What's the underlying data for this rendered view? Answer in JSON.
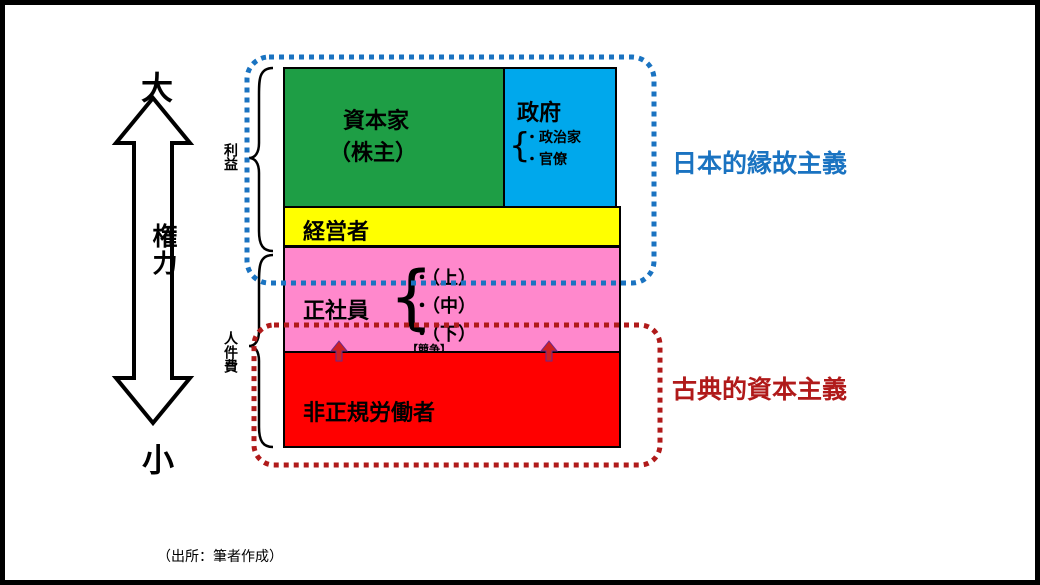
{
  "power_axis": {
    "top_label": "大",
    "middle_label": "権力",
    "bottom_label": "小"
  },
  "brace_labels": {
    "profit": "利益",
    "personnel_cost": "人件費"
  },
  "blocks": {
    "capitalist": {
      "line1": "資本家",
      "line2": "（株主）",
      "color": "#1e9e45"
    },
    "government": {
      "title": "政府",
      "item1": "・政治家",
      "item2": "・官僚",
      "color": "#00a8ec"
    },
    "managers": {
      "label": "経営者",
      "color": "#ffff00"
    },
    "regular_employees": {
      "label": "正社員",
      "tiers": [
        "・（上）",
        "・（中）",
        "・（下）"
      ],
      "competition": "【競争】",
      "color": "#ff88cc"
    },
    "nonregular_workers": {
      "label": "非正規労働者",
      "color": "#ff0000"
    }
  },
  "regions": {
    "japanese_crony_capitalism": {
      "label": "日本的縁故主義",
      "color": "#1a73c1"
    },
    "classical_capitalism": {
      "label": "古典的資本主義",
      "color": "#b01a1a"
    }
  },
  "source": "（出所：筆者作成）"
}
